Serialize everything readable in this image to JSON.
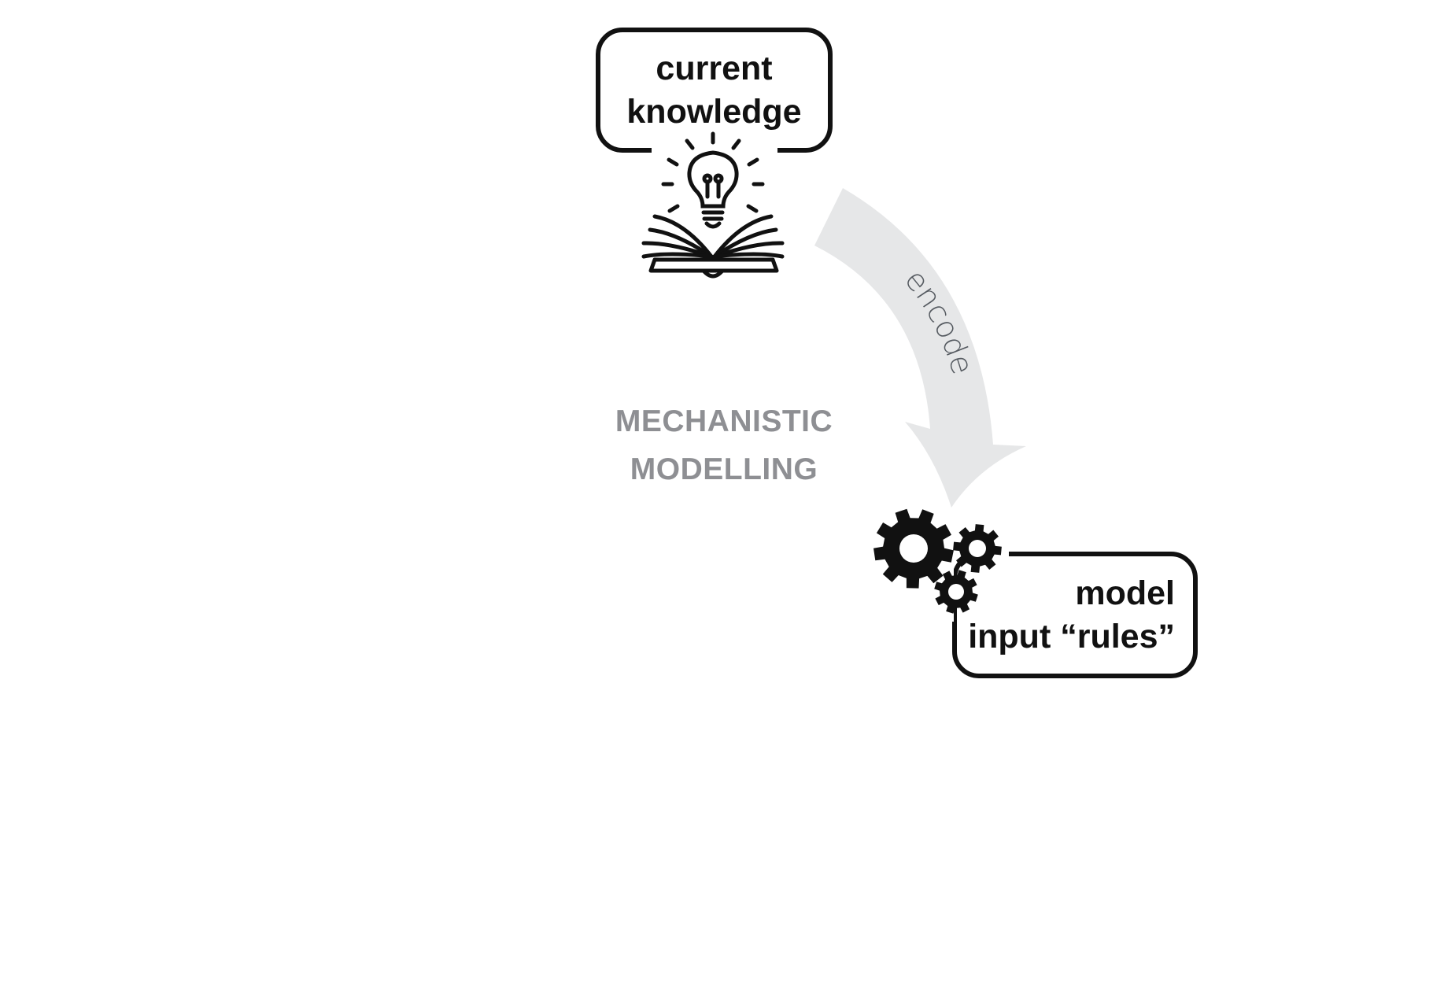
{
  "diagram": {
    "nodes": {
      "current_knowledge": {
        "lines": [
          "current",
          "knowledge"
        ],
        "icon": "lightbulb-book-icon"
      },
      "model_rules": {
        "lines": [
          "model",
          "input “rules”"
        ],
        "icon": "gears-icon"
      }
    },
    "center_label": {
      "lines": [
        "MECHANISTIC",
        "MODELLING"
      ]
    },
    "arrow": {
      "label": "encode",
      "from": "current_knowledge",
      "to": "model_rules"
    }
  },
  "colors": {
    "outline": "#111111",
    "arrow_fill": "#e6e7e8",
    "center_label": "#8e8f93",
    "arrow_label": "#555a60"
  }
}
